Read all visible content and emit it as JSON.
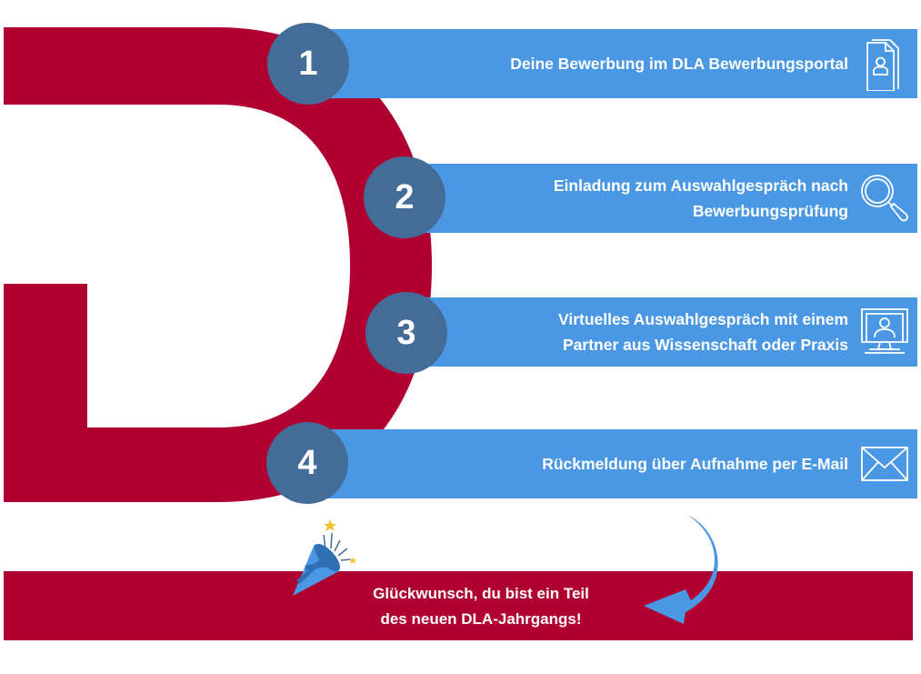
{
  "steps": [
    {
      "number": "1",
      "lines": [
        "Deine Bewerbung im DLA Bewerbungsportal"
      ],
      "icon": "document-user-icon"
    },
    {
      "number": "2",
      "lines": [
        "Einladung zum Auswahlgespräch nach",
        "Bewerbungsprüfung"
      ],
      "icon": "magnifier-icon"
    },
    {
      "number": "3",
      "lines": [
        "Virtuelles Auswahlgespräch mit einem",
        "Partner aus Wissenschaft oder Praxis"
      ],
      "icon": "video-call-icon"
    },
    {
      "number": "4",
      "lines": [
        "Rückmeldung über Aufnahme per E-Mail"
      ],
      "icon": "envelope-icon"
    }
  ],
  "banner": {
    "line1": "Glückwunsch, du bist ein Teil",
    "line2": "des neuen DLA-Jahrgangs!"
  },
  "colors": {
    "accent_red": "#B00032",
    "bar_blue": "#4A97E4",
    "circle_blue": "#436C98",
    "text_white": "#FFFFFF"
  },
  "decorations": [
    "letter-d-shape",
    "party-popper-icon",
    "curved-arrow-icon"
  ]
}
